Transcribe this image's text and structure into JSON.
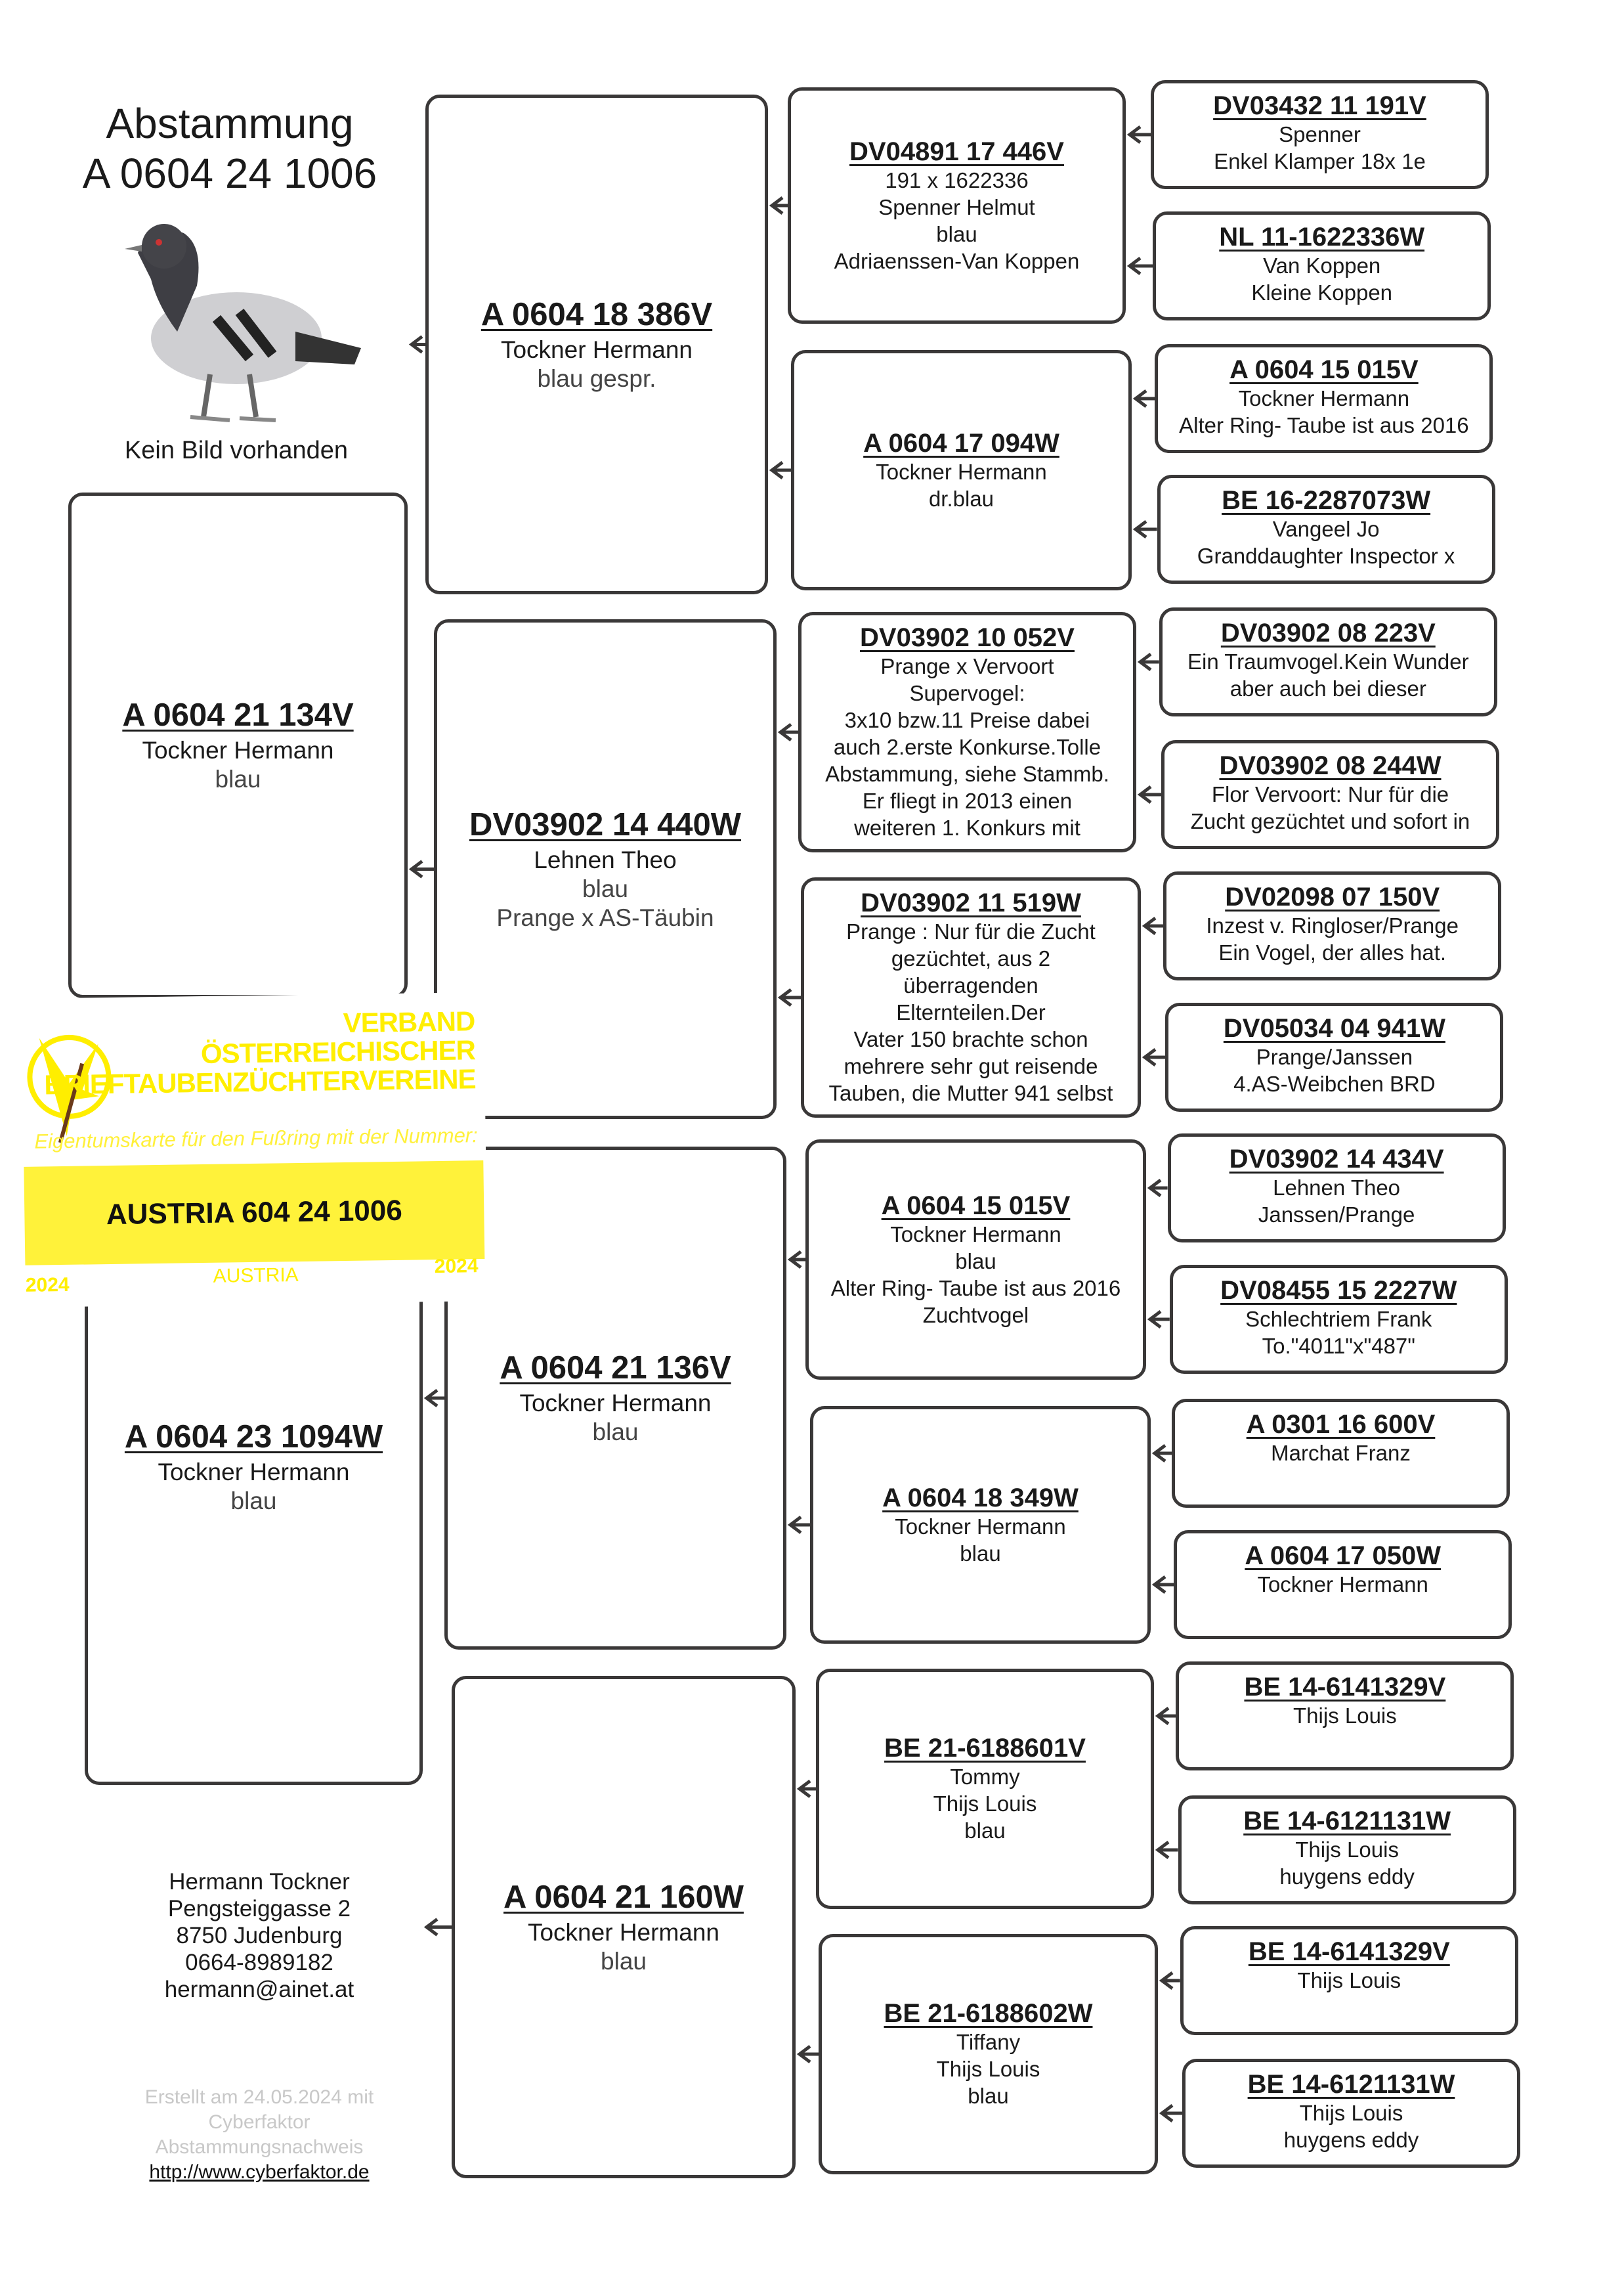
{
  "header": {
    "title": "Abstammung",
    "ring": "A 0604 24 1006",
    "image_caption": "Kein Bild vorhanden"
  },
  "owner": {
    "lines": [
      "Hermann Tockner",
      "Pengsteiggasse 2",
      "8750 Judenburg",
      "0664-8989182",
      "hermann@ainet.at"
    ]
  },
  "footer": {
    "lines": [
      "Erstellt am 24.05.2024 mit",
      "Cyberfaktor",
      "Abstammungsnachweis"
    ],
    "link": "http://www.cyberfaktor.de"
  },
  "card": {
    "org_lines": [
      "VERBAND",
      "ÖSTERREICHISCHER",
      "BRIEFTAUBENZÜCHTERVEREINE"
    ],
    "subtitle": "Eigentumskarte für den Fußring mit der Nummer:",
    "number": "AUSTRIA 604 24 1006",
    "year_left": "2024",
    "country": "AUSTRIA",
    "year_right": "2024",
    "color": "#fff23a"
  },
  "pedigree": {
    "gen1": [
      {
        "ring": "A  0604 21 134V",
        "lines": [
          "Tockner Hermann",
          "blau"
        ]
      },
      {
        "ring": "A  0604 23 1094W",
        "lines": [
          "Tockner Hermann",
          "blau"
        ]
      }
    ],
    "gen2": [
      {
        "ring": "A  0604 18 386V",
        "lines": [
          "Tockner Hermann",
          "blau gespr."
        ]
      },
      {
        "ring": "DV03902 14 440W",
        "lines": [
          "Lehnen Theo",
          "blau",
          "Prange x AS-Täubin"
        ]
      },
      {
        "ring": "A  0604 21 136V",
        "lines": [
          "Tockner Hermann",
          "blau"
        ]
      },
      {
        "ring": "A  0604 21 160W",
        "lines": [
          "Tockner Hermann",
          "blau"
        ]
      }
    ],
    "gen3": [
      {
        "ring": "DV04891 17 446V",
        "lines": [
          "191 x 1622336",
          "Spenner Helmut",
          "blau",
          "Adriaenssen-Van Koppen"
        ]
      },
      {
        "ring": "A  0604 17 094W",
        "lines": [
          "Tockner Hermann",
          "dr.blau"
        ]
      },
      {
        "ring": "DV03902 10 052V",
        "lines": [
          "Prange x Vervoort",
          "Supervogel:",
          "3x10 bzw.11 Preise dabei",
          "auch 2.erste Konkurse.Tolle",
          "Abstammung, siehe Stammb.",
          "Er fliegt in 2013 einen",
          "weiteren 1. Konkurs mit"
        ]
      },
      {
        "ring": "DV03902 11 519W",
        "lines": [
          "Prange : Nur für die Zucht",
          "gezüchtet, aus 2",
          "überragenden",
          "Elternteilen.Der",
          "Vater 150 brachte schon",
          "mehrere sehr gut reisende",
          "Tauben, die Mutter 941 selbst"
        ]
      },
      {
        "ring": "A  0604 15 015V",
        "lines": [
          "Tockner Hermann",
          "blau",
          "Alter Ring- Taube ist aus 2016",
          "Zuchtvogel"
        ]
      },
      {
        "ring": "A 0604 18 349W",
        "lines": [
          "Tockner Hermann",
          "blau"
        ]
      },
      {
        "ring": "BE 21-6188601V",
        "lines": [
          "Tommy",
          "Thijs Louis",
          "blau"
        ]
      },
      {
        "ring": "BE 21-6188602W",
        "lines": [
          "Tiffany",
          "Thijs Louis",
          "blau"
        ]
      }
    ],
    "gen4": [
      {
        "ring": "DV03432 11 191V",
        "lines": [
          "Spenner",
          "Enkel Klamper 18x 1e"
        ]
      },
      {
        "ring": "NL 11-1622336W",
        "lines": [
          "Van Koppen",
          "Kleine Koppen"
        ]
      },
      {
        "ring": "A  0604 15 015V",
        "lines": [
          "Tockner Hermann",
          "Alter Ring- Taube ist aus 2016"
        ]
      },
      {
        "ring": "BE 16-2287073W",
        "lines": [
          "Vangeel Jo",
          "Granddaughter Inspector x"
        ]
      },
      {
        "ring": "DV03902 08 223V",
        "lines": [
          "Ein Traumvogel.Kein Wunder",
          "aber auch bei dieser"
        ]
      },
      {
        "ring": "DV03902 08 244W",
        "lines": [
          "Flor Vervoort: Nur für die",
          "Zucht gezüchtet und sofort in"
        ]
      },
      {
        "ring": "DV02098 07 150V",
        "lines": [
          "Inzest v. Ringloser/Prange",
          "Ein Vogel, der alles hat."
        ]
      },
      {
        "ring": "DV05034 04 941W",
        "lines": [
          "Prange/Janssen",
          "4.AS-Weibchen BRD"
        ]
      },
      {
        "ring": "DV03902 14 434V",
        "lines": [
          "Lehnen Theo",
          "Janssen/Prange"
        ]
      },
      {
        "ring": "DV08455 15 2227W",
        "lines": [
          "Schlechtriem Frank",
          "To.\"4011\"x\"487\""
        ]
      },
      {
        "ring": "A  0301 16 600V",
        "lines": [
          "Marchat Franz"
        ]
      },
      {
        "ring": "A  0604 17 050W",
        "lines": [
          "Tockner Hermann"
        ]
      },
      {
        "ring": "BE 14-6141329V",
        "lines": [
          "Thijs Louis"
        ]
      },
      {
        "ring": "BE 14-6121131W",
        "lines": [
          "Thijs Louis",
          "huygens eddy"
        ]
      },
      {
        "ring": "BE 14-6141329V",
        "lines": [
          "Thijs Louis"
        ]
      },
      {
        "ring": "BE 14-6121131W",
        "lines": [
          "Thijs Louis",
          "huygens eddy"
        ]
      }
    ]
  }
}
